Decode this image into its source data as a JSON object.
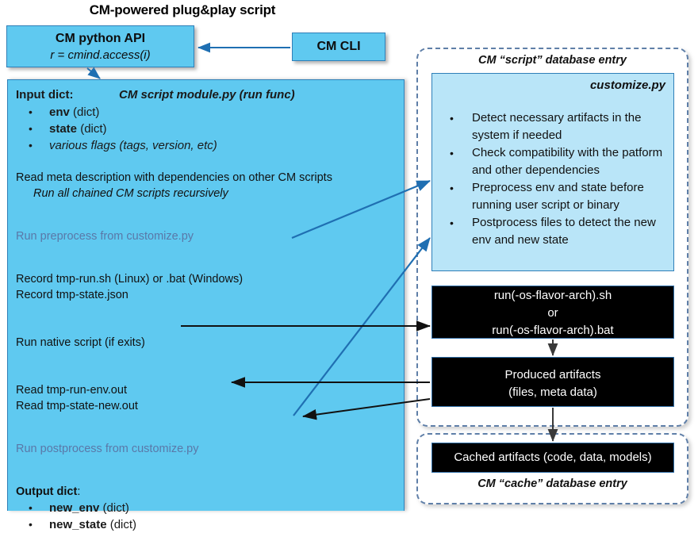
{
  "title": "CM-powered plug&play script",
  "colors": {
    "panel_blue": "#5FC9F0",
    "light_blue": "#B9E5F8",
    "box_border": "#2F7FB8",
    "muted_text": "#5A78A8",
    "black_box": "#000000",
    "arrow_blue": "#1F6FB2",
    "arrow_black": "#000000",
    "dashed_border": "#5F7FA8"
  },
  "api_box": {
    "title": "CM python API",
    "subtitle": "r = cmind.access(i)"
  },
  "cli_box": {
    "label": "CM CLI"
  },
  "main_panel": {
    "header": {
      "input_label": "Input dict:",
      "module_label": "CM script module.py  (run func)"
    },
    "input_bullets": [
      {
        "bold": "env",
        "rest": " (dict)"
      },
      {
        "bold": "state",
        "rest": " (dict)"
      },
      {
        "italic": "various flags (tags, version, etc)"
      }
    ],
    "lines": [
      "Read meta description with dependencies on other CM scripts",
      "Run all chained CM scripts recursively",
      "Run preprocess from customize.py",
      "Record tmp-run.sh (Linux) or .bat (Windows)",
      "Record tmp-state.json",
      "Run native script (if exits)",
      "Read tmp-run-env.out",
      "Read tmp-state-new.out",
      "Run postprocess from customize.py"
    ],
    "output": {
      "label": "Output dict",
      "colon": ":",
      "bullets": [
        {
          "bold": "new_env",
          "rest": " (dict)"
        },
        {
          "bold": "new_state",
          "rest": " (dict)"
        }
      ]
    }
  },
  "script_db": {
    "title": "CM “script” database entry",
    "customize": {
      "title": "customize.py",
      "bullets": [
        "Detect necessary artifacts in the system if needed",
        "Check compatibility with the patform and other dependencies",
        "Preprocess env and state before running user script or binary",
        "Postprocess files to detect the new env and new state"
      ]
    },
    "run_script_box": {
      "line1": "run(-os-flavor-arch).sh",
      "line2": "or",
      "line3": "run(-os-flavor-arch).bat"
    },
    "artifacts_box": {
      "line1": "Produced artifacts",
      "line2": "(files, meta data)"
    }
  },
  "cache_db": {
    "title": "CM “cache” database entry",
    "cached_box": {
      "label": "Cached artifacts (code, data, models)"
    }
  }
}
